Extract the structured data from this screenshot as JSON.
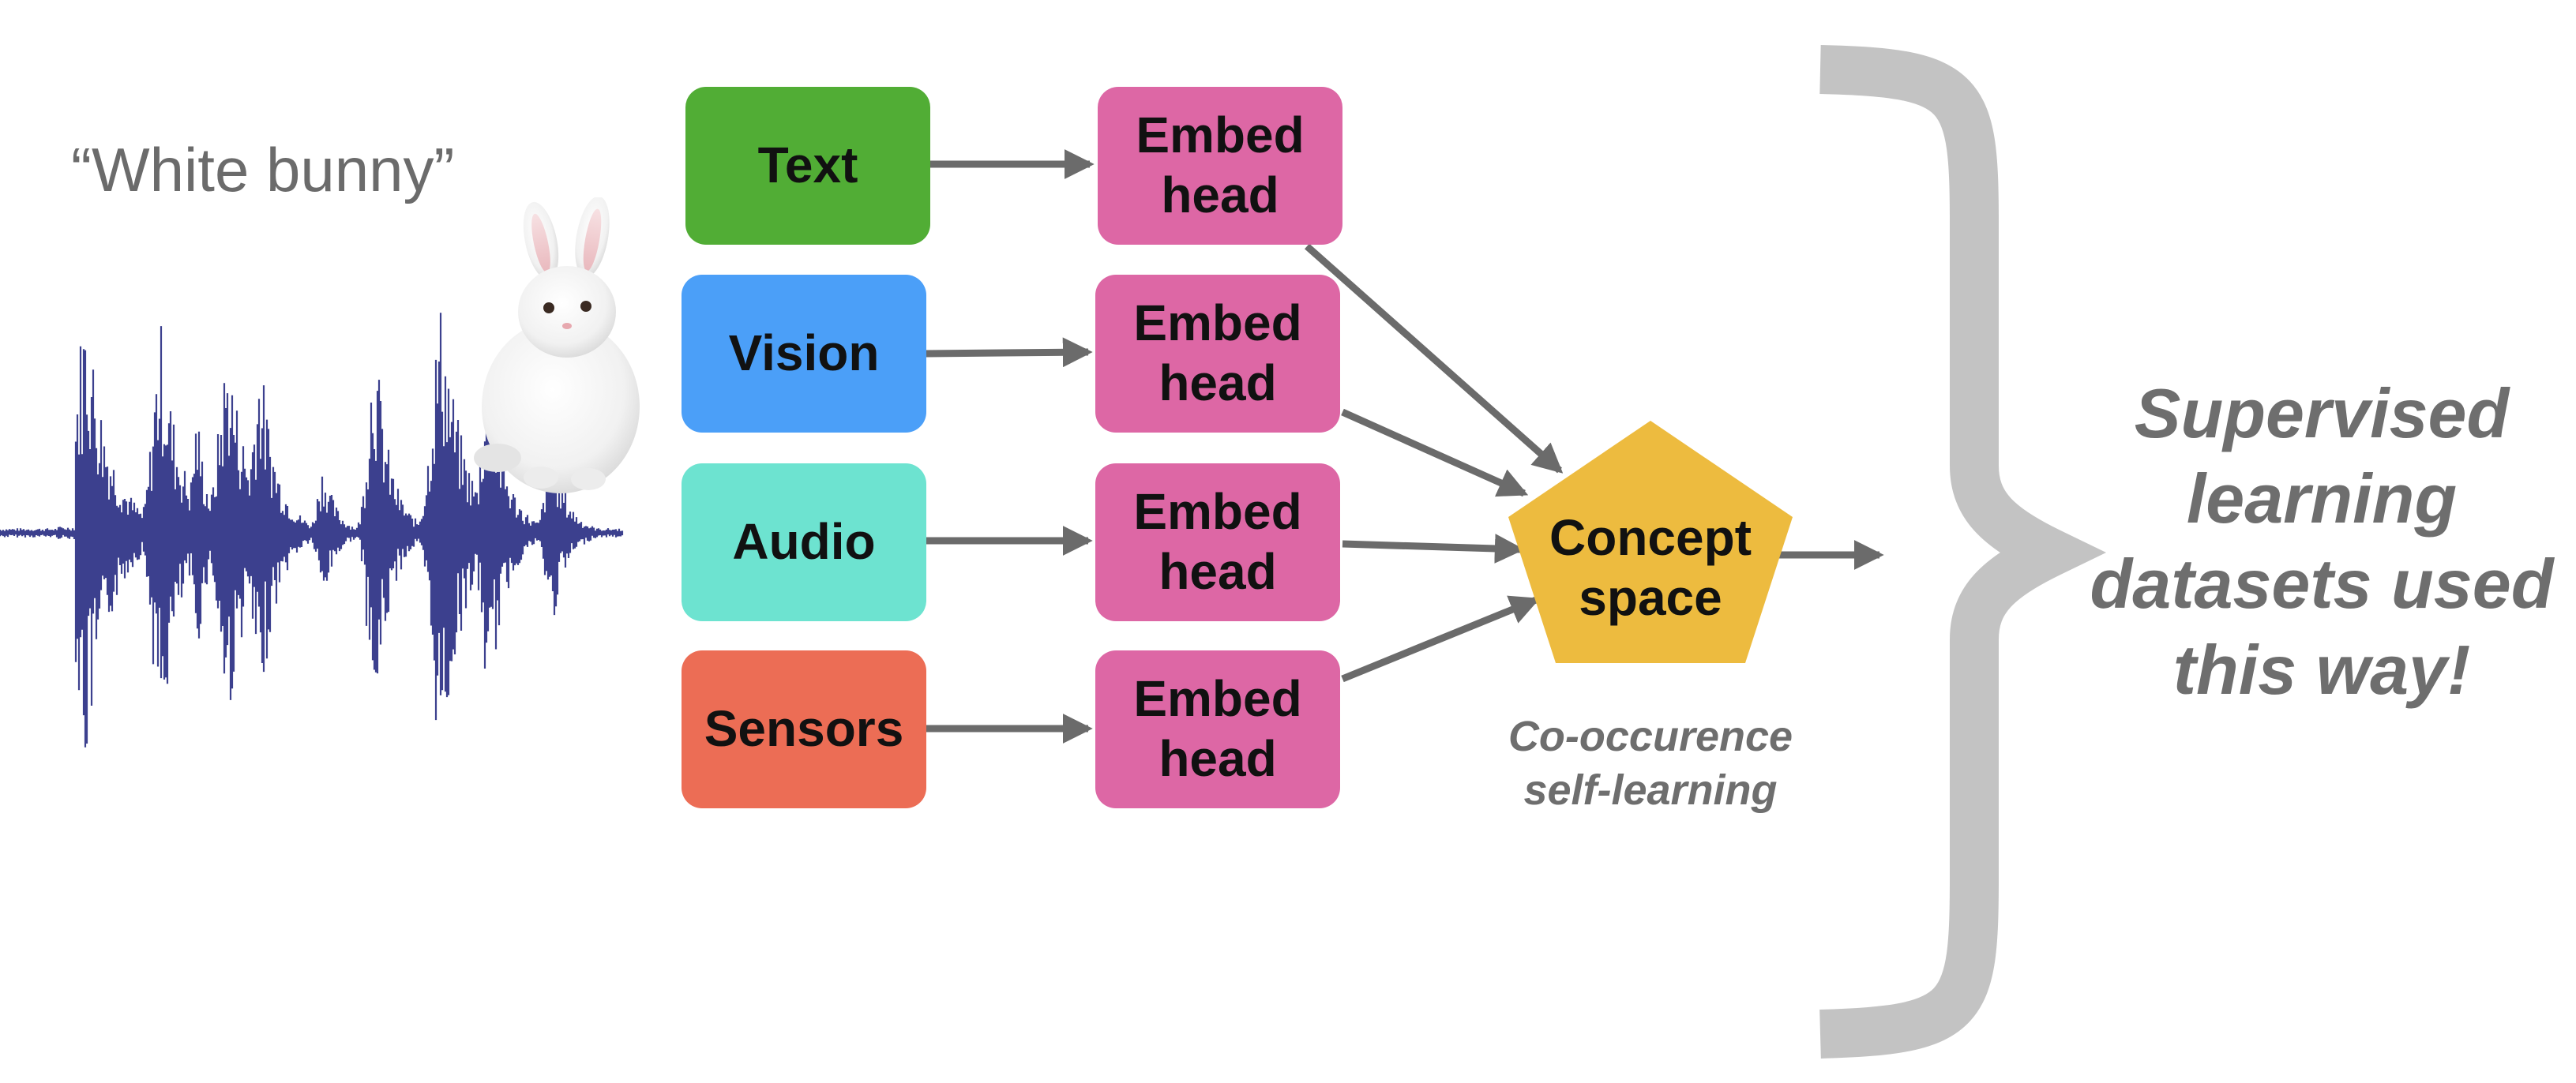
{
  "left": {
    "quote": "“White bunny”"
  },
  "modalities": [
    {
      "label": "Text",
      "color": "#51ad35"
    },
    {
      "label": "Vision",
      "color": "#4b9ff8"
    },
    {
      "label": "Audio",
      "color": "#6de3d0"
    },
    {
      "label": "Sensors",
      "color": "#ec6d55"
    }
  ],
  "embed": {
    "line1": "Embed",
    "line2": "head",
    "color": "#dd67a5"
  },
  "concept": {
    "line1": "Concept",
    "line2": "space",
    "color": "#edbb3f"
  },
  "caption": {
    "line1": "Co-occurence",
    "line2": "self-learning"
  },
  "conclusion": {
    "lines": [
      "Supervised",
      "learning",
      "datasets used",
      "this way!"
    ]
  },
  "colors": {
    "arrow": "#6b6b6b",
    "brace": "#c3c3c3",
    "waveform": "#1a1f7a"
  }
}
